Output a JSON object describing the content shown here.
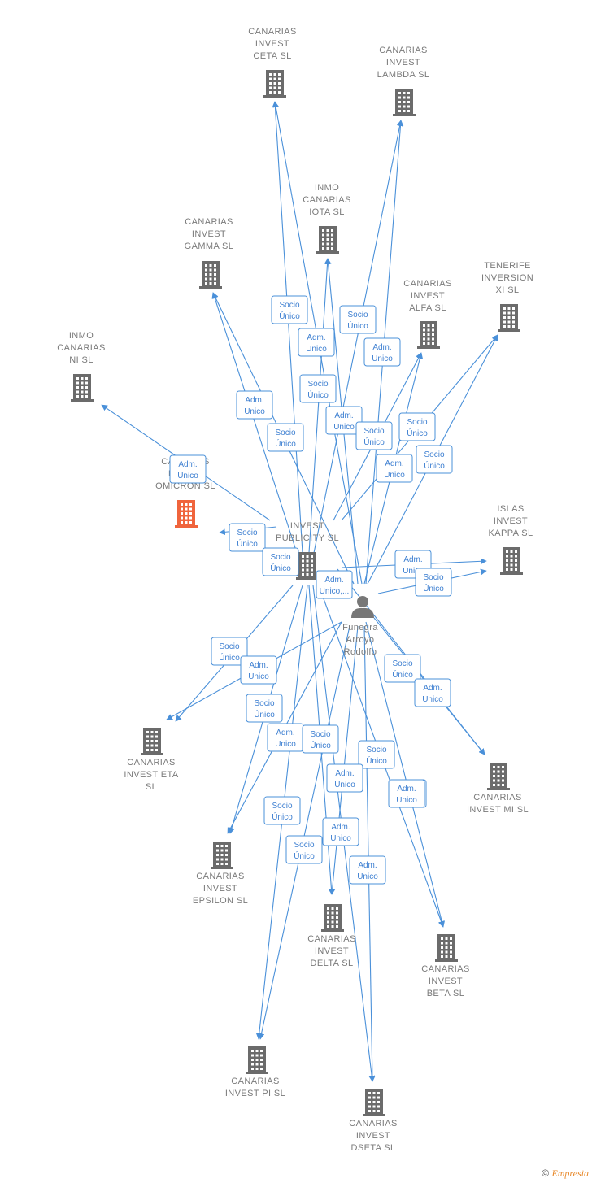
{
  "center": {
    "name_lines": [
      "Funegra",
      "Arroyo",
      "Rodolfo"
    ],
    "icon": "person-icon"
  },
  "companies": [
    {
      "id": "ceta",
      "lines": [
        "CANARIAS",
        "INVEST",
        "CETA  SL"
      ]
    },
    {
      "id": "lambda",
      "lines": [
        "CANARIAS",
        "INVEST",
        "LAMBDA  SL"
      ]
    },
    {
      "id": "iota",
      "lines": [
        "INMO",
        "CANARIAS",
        "IOTA  SL"
      ]
    },
    {
      "id": "gamma",
      "lines": [
        "CANARIAS",
        "INVEST",
        "GAMMA  SL"
      ]
    },
    {
      "id": "tenerife",
      "lines": [
        "TENERIFE",
        "INVERSION",
        "XI  SL"
      ]
    },
    {
      "id": "alfa",
      "lines": [
        "CANARIAS",
        "INVEST",
        "ALFA  SL"
      ]
    },
    {
      "id": "inmo-ni",
      "lines": [
        "INMO",
        "CANARIAS",
        "NI  SL"
      ]
    },
    {
      "id": "omicron",
      "lines": [
        "CANARIAS",
        "INVEST",
        "OMICRON  SL"
      ],
      "highlight": true
    },
    {
      "id": "publicity",
      "lines": [
        "INVEST",
        "PUBLICITY  SL"
      ]
    },
    {
      "id": "kappa",
      "lines": [
        "ISLAS",
        "INVEST",
        "KAPPA  SL"
      ]
    },
    {
      "id": "eta",
      "lines": [
        "CANARIAS",
        "INVEST ETA",
        "SL"
      ]
    },
    {
      "id": "mi",
      "lines": [
        "CANARIAS",
        "INVEST MI  SL"
      ]
    },
    {
      "id": "epsilon",
      "lines": [
        "CANARIAS",
        "INVEST",
        "EPSILON  SL"
      ]
    },
    {
      "id": "delta",
      "lines": [
        "CANARIAS",
        "INVEST",
        "DELTA  SL"
      ]
    },
    {
      "id": "beta",
      "lines": [
        "CANARIAS",
        "INVEST",
        "BETA  SL"
      ]
    },
    {
      "id": "pi",
      "lines": [
        "CANARIAS",
        "INVEST PI  SL"
      ]
    },
    {
      "id": "dseta",
      "lines": [
        "CANARIAS",
        "INVEST",
        "DSETA  SL"
      ]
    }
  ],
  "badges": [
    [
      "Socio",
      "Único"
    ],
    [
      "Adm.",
      "Unico"
    ],
    [
      "Socio",
      "Único"
    ],
    [
      "Adm.",
      "Unico"
    ],
    [
      "Socio",
      "Único"
    ],
    [
      "Adm.",
      "Unico"
    ],
    [
      "Socio",
      "Único"
    ],
    [
      "Adm.",
      "Unico"
    ],
    [
      "Socio",
      "Único"
    ],
    [
      "Socio",
      "Único"
    ],
    [
      "Adm.",
      "Unico"
    ],
    [
      "Socio",
      "Único"
    ],
    [
      "Adm.",
      "Unico"
    ],
    [
      "Socio",
      "Único"
    ],
    [
      "Socio",
      "Único"
    ],
    [
      "Adm.",
      "Unico"
    ],
    [
      "Socio",
      "Único"
    ],
    [
      "Adm.",
      "Unico"
    ],
    [
      "Adm.",
      "Unico,..."
    ],
    [
      "Socio",
      "Único"
    ],
    [
      "Adm.",
      "Unico"
    ],
    [
      "Socio",
      "Único"
    ],
    [
      "Adm.",
      "Unico"
    ],
    [
      "Socio",
      "Único"
    ],
    [
      "Adm.",
      "Unico"
    ],
    [
      "Socio",
      "Único"
    ],
    [
      "Socio",
      "Único"
    ],
    [
      "Adm.",
      "Unico"
    ],
    [
      "Adm.",
      "Unico"
    ],
    [
      "Socio",
      "Único"
    ],
    [
      "Adm.",
      "Unico"
    ],
    [
      "Socio",
      "Único"
    ],
    [
      "Adm.",
      "Unico"
    ],
    [
      "Adm.",
      "Unico"
    ]
  ],
  "colors": {
    "edge": "#4a90d9",
    "building": "#6b6b6b",
    "highlight": "#f0643c",
    "person": "#777777"
  },
  "footer": {
    "copyright": "©",
    "brand": "Empresia"
  }
}
